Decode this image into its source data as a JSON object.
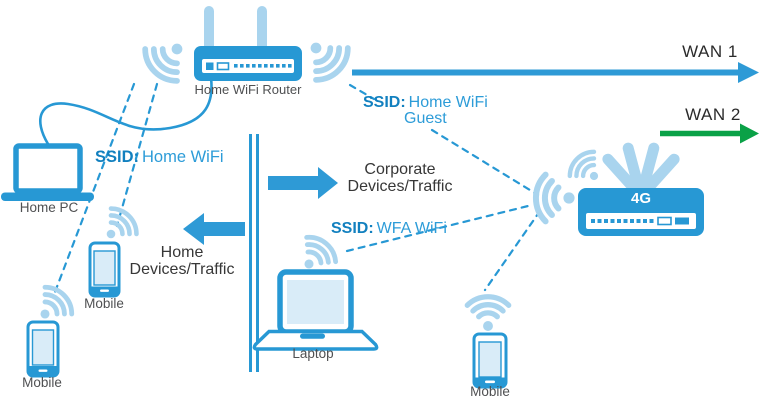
{
  "nodes": {
    "home_router": {
      "label": "Home WiFi Router"
    },
    "lte_router": {
      "label": "4G"
    },
    "home_pc": {
      "label": "Home PC"
    },
    "mobile_mid": {
      "label": "Mobile"
    },
    "mobile_bottom_left": {
      "label": "Mobile"
    },
    "mobile_bottom_right": {
      "label": "Mobile"
    },
    "laptop": {
      "label": "Laptop"
    }
  },
  "ssids": {
    "home_wifi": {
      "prefix": "SSID:",
      "name": "Home WiFi"
    },
    "home_wifi_guest": {
      "prefix": "SSID:",
      "name": "Home WiFi",
      "name2": "Guest"
    },
    "wfa_wifi": {
      "prefix": "SSID:",
      "name": "WFA WiFi"
    }
  },
  "wan": {
    "wan1": "WAN 1",
    "wan2": "WAN 2"
  },
  "traffic": {
    "corporate": {
      "line1": "Corporate",
      "line2": "Devices/Traffic"
    },
    "home": {
      "line1": "Home",
      "line2": "Devices/Traffic"
    }
  },
  "links": [
    {
      "from": "home_router",
      "to": "wan",
      "label": "WAN 1",
      "type": "wan-uplink"
    },
    {
      "from": "lte_router",
      "to": "wan",
      "label": "WAN 2",
      "type": "wan-uplink"
    },
    {
      "from": "home_router",
      "to": "home_pc",
      "type": "wired"
    },
    {
      "from": "home_router",
      "to": "mobile_mid",
      "type": "wireless",
      "ssid": "Home WiFi"
    },
    {
      "from": "home_router",
      "to": "mobile_bottom_left",
      "type": "wireless",
      "ssid": "Home WiFi"
    },
    {
      "from": "home_router",
      "to": "lte_router",
      "type": "wireless",
      "ssid": "Home WiFi Guest"
    },
    {
      "from": "laptop",
      "to": "lte_router",
      "type": "wireless",
      "ssid": "WFA WiFi"
    },
    {
      "from": "mobile_bottom_right",
      "to": "lte_router",
      "type": "wireless"
    }
  ],
  "colors": {
    "primary_blue": "#2798d4",
    "light_blue": "#a9d4ee",
    "green": "#0aa147",
    "label_gray": "#4f5052",
    "text_dark": "#373737",
    "ssid_blue": "#2d9cd8",
    "ssid_bold_blue": "#1280bf",
    "device_screen_fill": "#d9ecf8"
  }
}
